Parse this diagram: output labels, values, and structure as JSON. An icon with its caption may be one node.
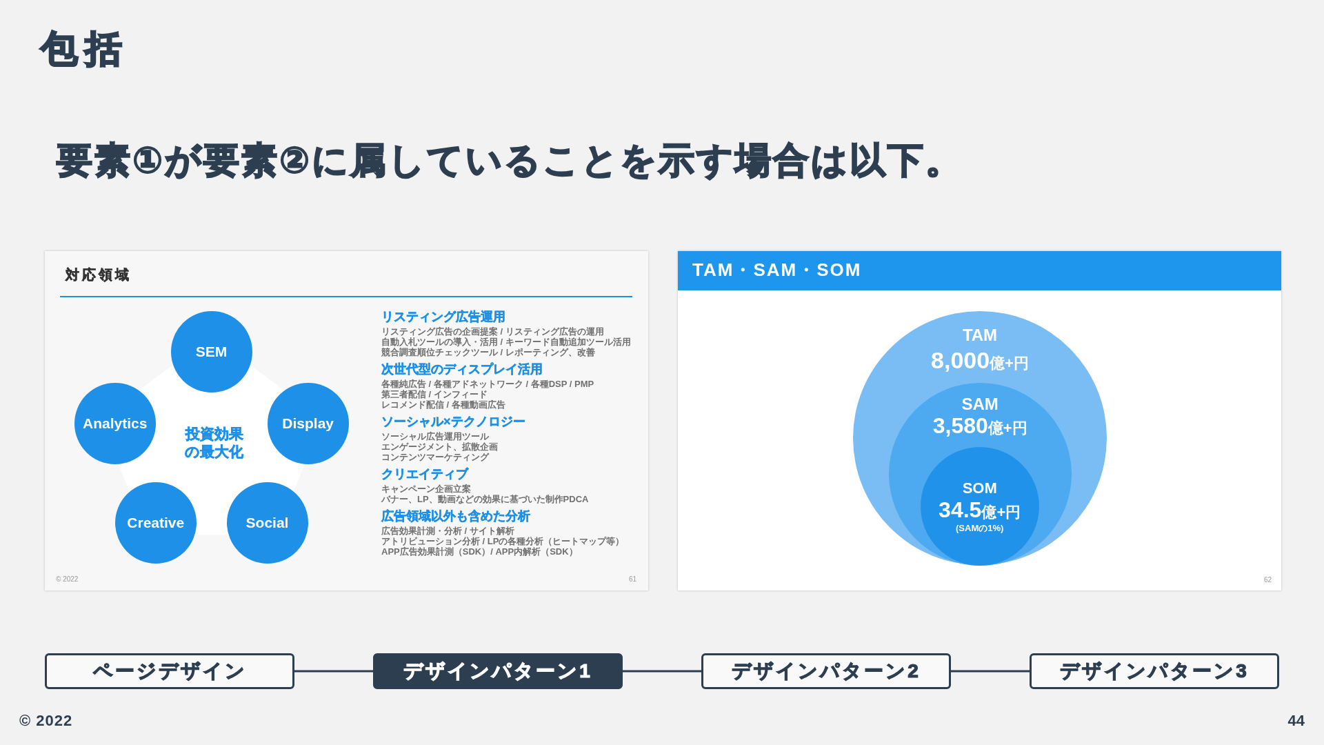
{
  "diagram": {
    "title": "包括",
    "nodes": [
      {
        "text": [
          "対応領域",
          "リスティング広告運用",
          "リスティング広告の企画提案 / リスティング広告の運用",
          "自動入札ツールの導入・活用 / キーワード自動追加ツール活用",
          "競合調査順位チェックツール / レポーティング、改善",
          "次世代型のディスプレイ活用",
          "各種純広告 / 各種アドネットワーク / 各種DSP / PMP",
          "第三者配信 / インフィード",
          "レコメンド配信 / 各種動画広告",
          "ソーシャル×テクノロジー",
          "ソーシャル広告運用ツール",
          "エンゲージメント、拡散企画",
          "コンテンツマーケティング",
          "クリエイティブ",
          "キャンペーン企画立案",
          "バナー、LP、動画などの効果に基づいた制作PDCA",
          "広告領域以外も含めた分析",
          "広告効果計測・分析 / サイト解析",
          "アトリビューション分析 / LPの各種分析（ヒートマップ等）",
          "APP広告効果計測（SDK）/ APP内解析（SDK）",
          "© 2022",
          "61"
        ]
      },
      {
        "text": [
          "SEM"
        ],
        "in": 0
      },
      {
        "text": [
          "Analytics"
        ],
        "in": 0
      },
      {
        "text": [
          "投資効果の最大化"
        ],
        "in": 0
      },
      {
        "text": [
          "Display"
        ],
        "in": 0
      },
      {
        "text": [
          "Creative"
        ],
        "in": 0
      },
      {
        "text": [
          "Social"
        ],
        "in": 0
      },
      {
        "text": [
          "TAM・SAM・SOM",
          "62"
        ]
      },
      {
        "text": [
          "TAM",
          "8,000億+円"
        ],
        "in": 7
      },
      {
        "text": [
          "SAM",
          "3,580億+円"
        ],
        "in": 8
      },
      {
        "text": [
          "SOM",
          "34.5億+円",
          "(SAMの1%)"
        ],
        "in": 9
      },
      {
        "text": [
          "ページデザイン"
        ]
      },
      {
        "text": [
          "デザインパターン1"
        ]
      },
      {
        "text": [
          "デザインパターン2"
        ]
      },
      {
        "text": [
          "デザインパターン3"
        ]
      }
    ],
    "edges": [
      {
        "from": 11,
        "to": 12,
        "arrow": "none"
      },
      {
        "from": 12,
        "to": 13,
        "arrow": "none"
      },
      {
        "from": 13,
        "to": 14,
        "arrow": "none"
      }
    ],
    "labels": [
      "要素①が要素②に属していることを示す場合は以下。",
      "© 2022",
      "44"
    ]
  }
}
